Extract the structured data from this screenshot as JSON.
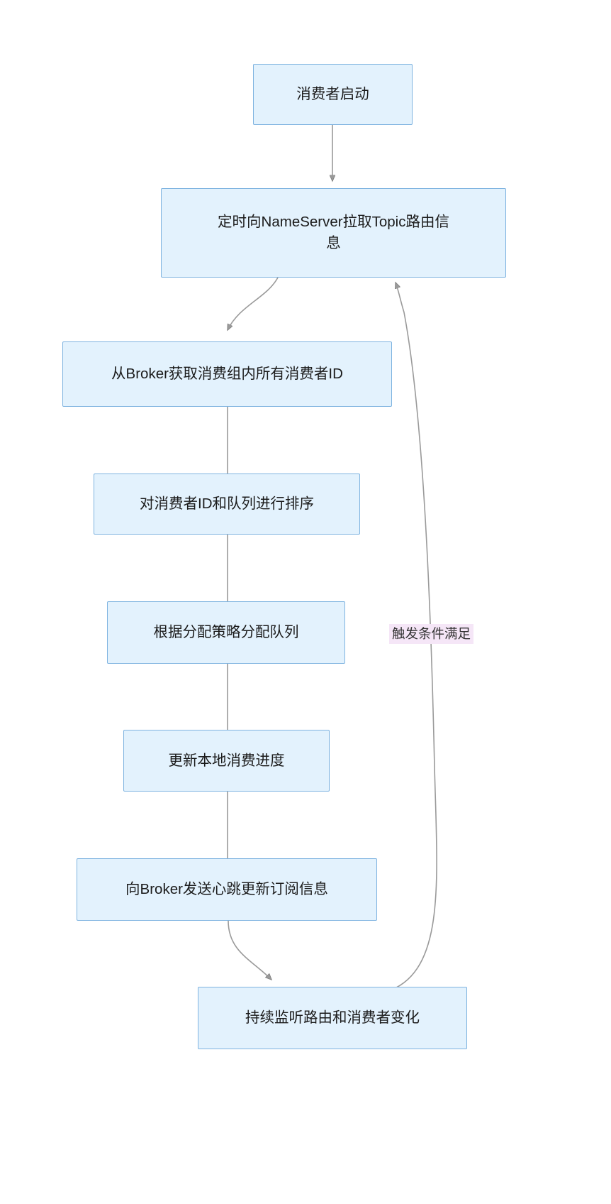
{
  "diagram": {
    "type": "flowchart",
    "direction": "top-to-bottom",
    "background_color": "#ffffff",
    "node_fill_color": "#e3f2fd",
    "node_border_color": "#7eb3e0",
    "edge_color": "#9e9e9e",
    "edge_label_background": "#f5e6f7",
    "nodes": [
      {
        "id": "n1",
        "label": "消费者启动"
      },
      {
        "id": "n2",
        "label": "定时向NameServer拉取Topic路由信\n息"
      },
      {
        "id": "n3",
        "label": "从Broker获取消费组内所有消费者ID"
      },
      {
        "id": "n4",
        "label": "对消费者ID和队列进行排序"
      },
      {
        "id": "n5",
        "label": "根据分配策略分配队列"
      },
      {
        "id": "n6",
        "label": "更新本地消费进度"
      },
      {
        "id": "n7",
        "label": "向Broker发送心跳更新订阅信息"
      },
      {
        "id": "n8",
        "label": "持续监听路由和消费者变化"
      }
    ],
    "edges": [
      {
        "from": "n1",
        "to": "n2",
        "label": ""
      },
      {
        "from": "n2",
        "to": "n3",
        "label": ""
      },
      {
        "from": "n3",
        "to": "n4",
        "label": ""
      },
      {
        "from": "n4",
        "to": "n5",
        "label": ""
      },
      {
        "from": "n5",
        "to": "n6",
        "label": ""
      },
      {
        "from": "n6",
        "to": "n7",
        "label": ""
      },
      {
        "from": "n7",
        "to": "n8",
        "label": ""
      },
      {
        "from": "n8",
        "to": "n2",
        "label": "触发条件满足"
      }
    ],
    "edge_labels": [
      {
        "id": "e8",
        "text": "触发条件满足"
      }
    ]
  }
}
